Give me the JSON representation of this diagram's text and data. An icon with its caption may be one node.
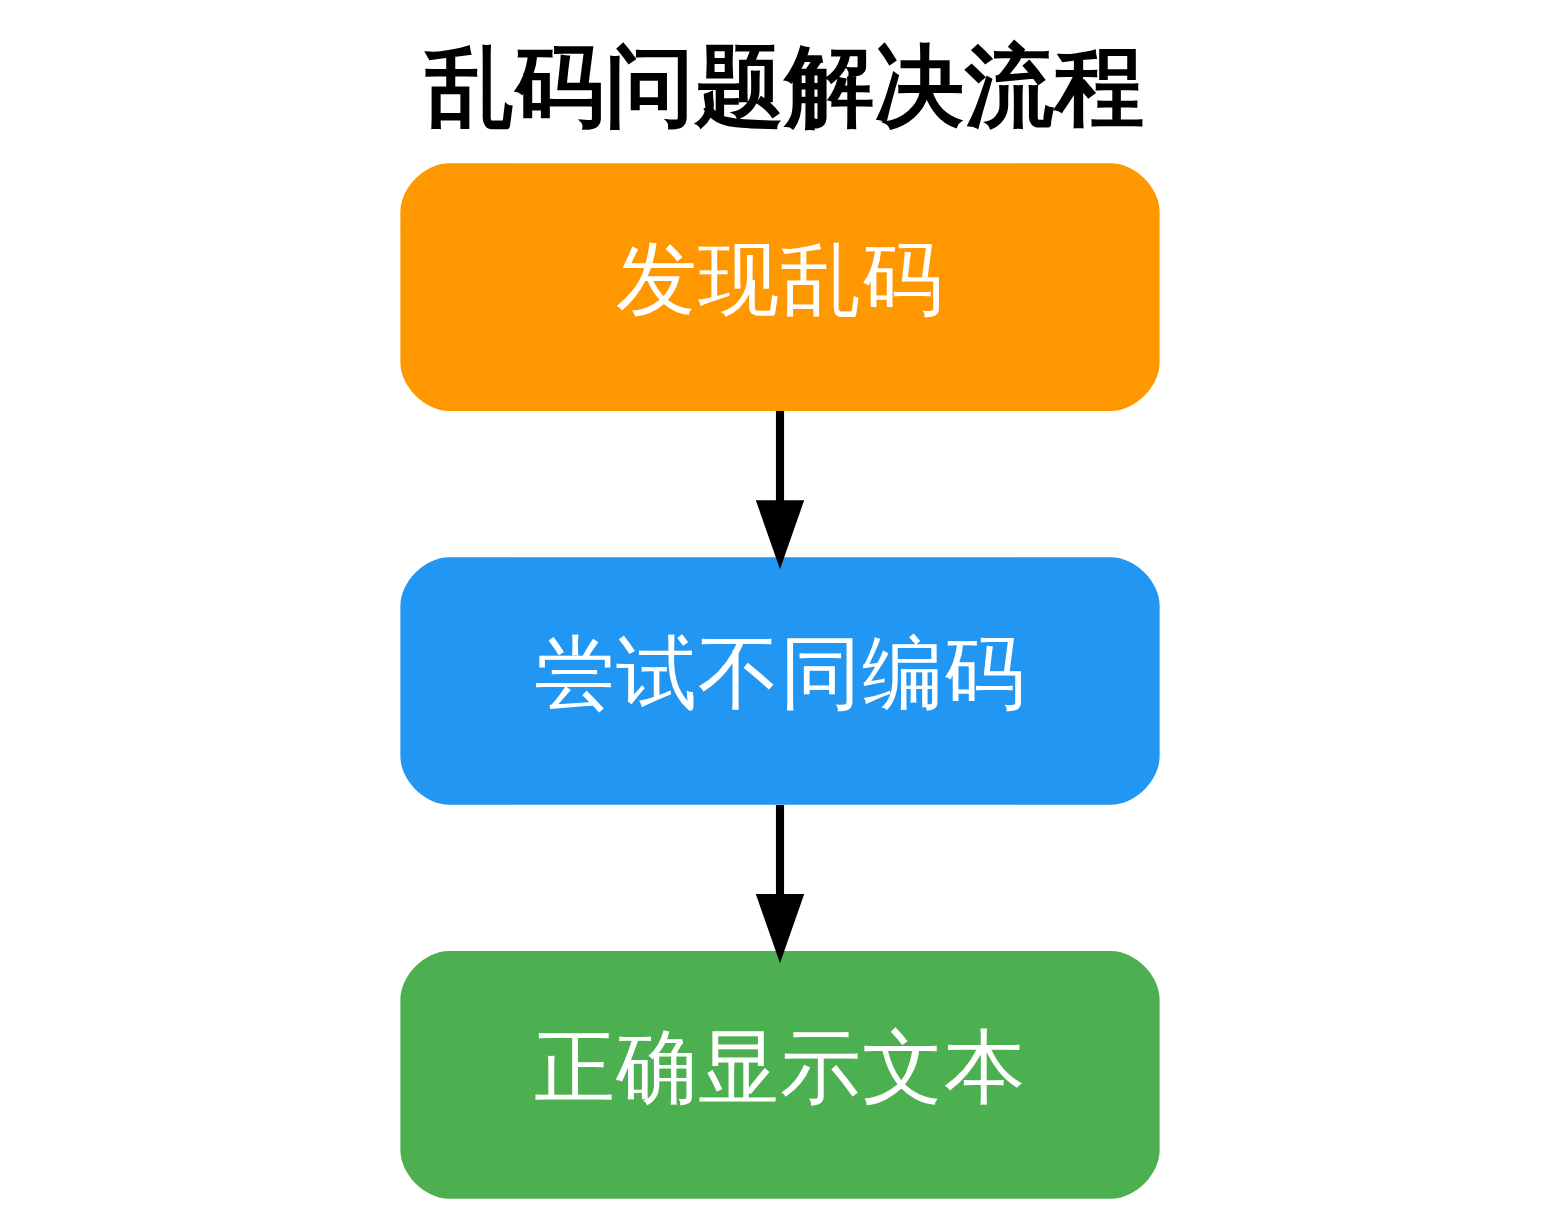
{
  "diagram": {
    "title": "乱码问题解决流程",
    "nodes": [
      {
        "text": [
          "发现乱码"
        ]
      },
      {
        "text": [
          "尝试不同编码"
        ]
      },
      {
        "text": [
          "正确显示文本"
        ]
      }
    ],
    "edges": [
      {
        "from": 0,
        "to": 1,
        "arrow": "to"
      },
      {
        "from": 1,
        "to": 2,
        "arrow": "to"
      }
    ]
  }
}
